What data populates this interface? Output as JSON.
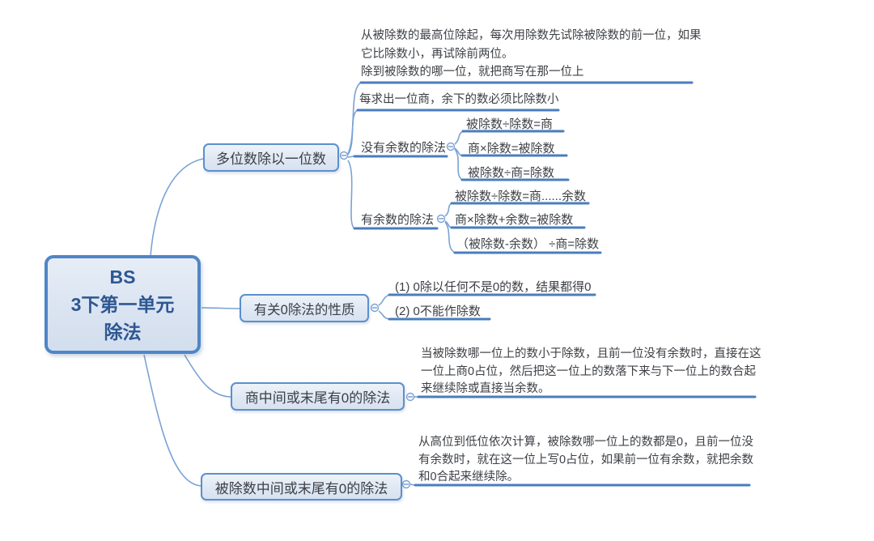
{
  "root": {
    "line1": "BS",
    "line2": "3下第一单元",
    "line3": "除法"
  },
  "b1": {
    "label": "多位数除以一位数",
    "note1a": "从被除数的最高位除起，每次用除数先试除被除数的前一位，如果它比除数小，再试除前两位。",
    "note1b": "除到被除数的哪一位，就把商写在那一位上",
    "note2": "每求出一位商，余下的数必须比除数小",
    "noRemainder": {
      "label": "没有余数的除法",
      "f1": "被除数÷除数=商",
      "f2": "商×除数=被除数",
      "f3": "被除数÷商=除数"
    },
    "withRemainder": {
      "label": "有余数的除法",
      "f1": "被除数÷除数=商......余数",
      "f2": "商×除数+余数=被除数",
      "f3": "（被除数-余数） ÷商=除数"
    }
  },
  "b2": {
    "label": "有关0除法的性质",
    "item1": "(1) 0除以任何不是0的数，结果都得0",
    "item2": "(2) 0不能作除数"
  },
  "b3": {
    "label": "商中间或末尾有0的除法",
    "note": "当被除数哪一位上的数小于除数，且前一位没有余数时，直接在这一位上商0占位，然后把这一位上的数落下来与下一位上的数合起来继续除或直接当余数。"
  },
  "b4": {
    "label": "被除数中间或末尾有0的除法",
    "note": "从高位到低位依次计算，被除数哪一位上的数都是0，且前一位没有余数时，就在这一位上写0占位，如果前一位有余数，就把余数和0合起来继续除。"
  },
  "colors": {
    "branchLine": "#4a7dbd",
    "connector": "#7ba2d4",
    "nodeBorder": "#5b90cc",
    "nodeFill": "#e4ebf5",
    "rootFill": "#d9e3f1",
    "rootBorder": "#4f86c6",
    "rootText": "#2d5791",
    "noteText": "#3d4045"
  }
}
